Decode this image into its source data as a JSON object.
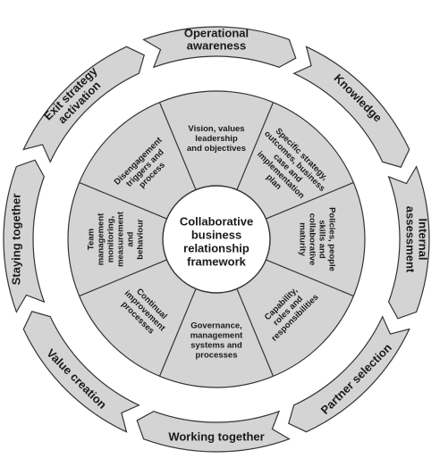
{
  "center": {
    "lines": [
      "Collaborative",
      "business",
      "relationship",
      "framework"
    ]
  },
  "outer_stages": [
    {
      "id": "operational-awareness",
      "lines": [
        "Operational",
        "awareness"
      ]
    },
    {
      "id": "knowledge",
      "lines": [
        "Knowledge"
      ]
    },
    {
      "id": "internal-assessment",
      "lines": [
        "Internal",
        "assessment"
      ]
    },
    {
      "id": "partner-selection",
      "lines": [
        "Partner selection"
      ]
    },
    {
      "id": "working-together",
      "lines": [
        "Working together"
      ]
    },
    {
      "id": "value-creation",
      "lines": [
        "Value creation"
      ]
    },
    {
      "id": "staying-together",
      "lines": [
        "Staying together"
      ]
    },
    {
      "id": "exit-strategy-activation",
      "lines": [
        "Exit strategy",
        "activation"
      ]
    }
  ],
  "inner_segments": [
    {
      "id": "vision-values",
      "lines": [
        "Vision, values",
        "leadership",
        "and objectives"
      ]
    },
    {
      "id": "specific-strategy",
      "lines": [
        "Specific strategy,",
        "outcomes, business",
        "case and",
        "implementation",
        "plan"
      ]
    },
    {
      "id": "policies-people",
      "lines": [
        "Policies, people",
        "skills and",
        "collaborative",
        "maturity"
      ]
    },
    {
      "id": "capability-roles",
      "lines": [
        "Capability,",
        "roles and",
        "responsibilities"
      ]
    },
    {
      "id": "governance",
      "lines": [
        "Governance,",
        "management",
        "systems and",
        "processes"
      ]
    },
    {
      "id": "continual-improvement",
      "lines": [
        "Continual",
        "improvement",
        "processes"
      ]
    },
    {
      "id": "team-management",
      "lines": [
        "Team",
        "management",
        "monitoring,",
        "measurement",
        "and",
        "behaviour"
      ]
    },
    {
      "id": "disengagement-triggers",
      "lines": [
        "Disengagement",
        "triggers and",
        "process"
      ]
    }
  ],
  "colors": {
    "segment_fill": "#d4d4d4",
    "arrow_fill": "#d4d4d4",
    "stroke": "#333333",
    "center_fill": "#ffffff",
    "text": "#1a1a1a"
  }
}
